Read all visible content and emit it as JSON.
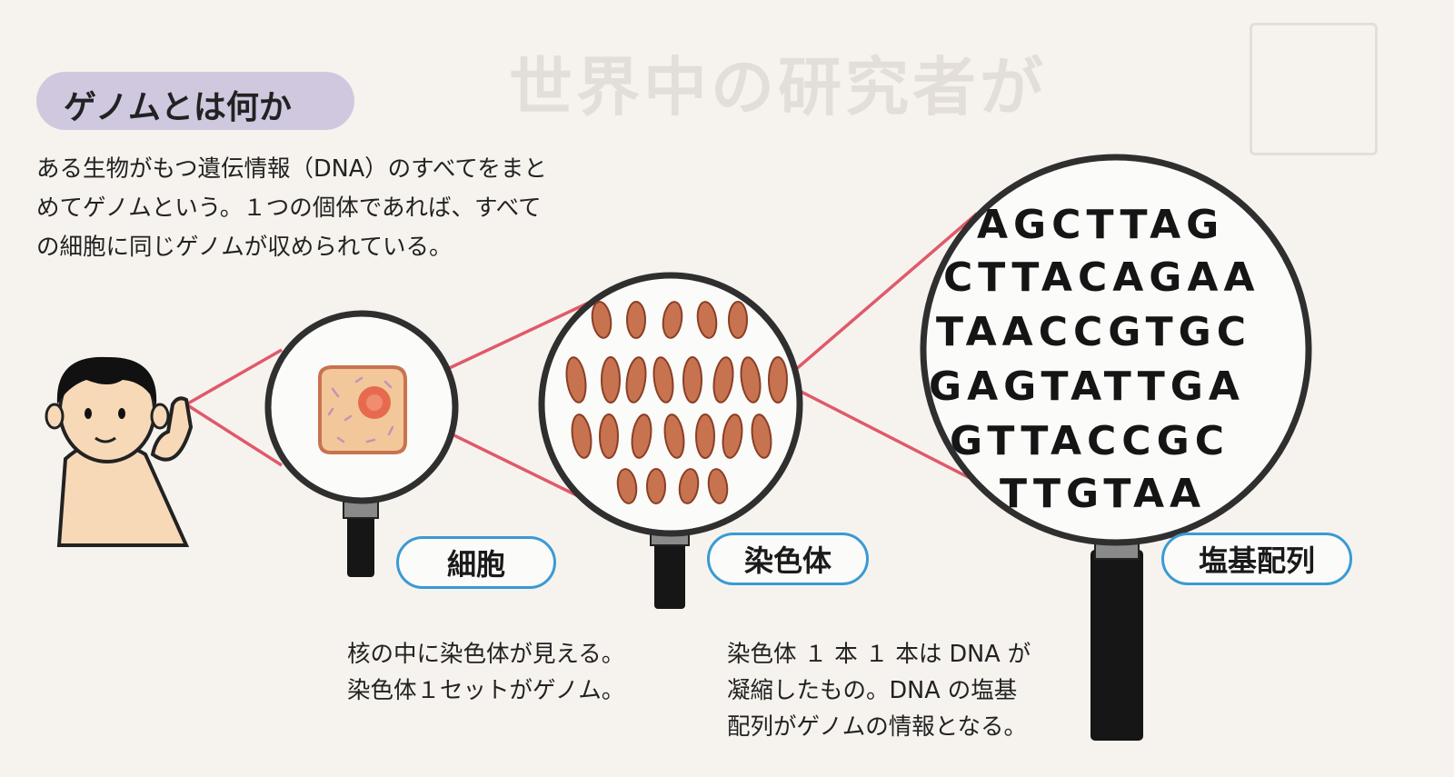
{
  "header": {
    "title": "ゲノムとは何か"
  },
  "intro": {
    "lines": [
      "ある生物がもつ遺伝情報（DNA）のすべてをまと",
      "めてゲノムという。１つの個体であれば、すべて",
      "の細胞に同じゲノムが収められている。"
    ]
  },
  "background": {
    "bleed_through_heading": "世界中の研究者が"
  },
  "stages": [
    {
      "label": "細胞"
    },
    {
      "label": "染色体"
    },
    {
      "label": "塩基配列"
    }
  ],
  "sequence": {
    "lines": [
      "AGCTTAG",
      "CTTACAGAA",
      "TAACCGTGC",
      "GAGTATTGA",
      "GTTACCGC",
      "TTGTAA"
    ]
  },
  "captions": {
    "cell": [
      "核の中に染色体が見える。",
      "染色体１セットがゲノム。"
    ],
    "chromosome": [
      "染色体 １ 本 １ 本は DNA が",
      "凝縮したもの。DNA の塩基",
      "配列がゲノムの情報となる。"
    ]
  },
  "colors": {
    "connector_line": "#e0596a",
    "label_border": "#3a9ad4",
    "cell_fill": "#f2c89b",
    "nucleus": "#e86a4e",
    "chromosome": "#c8734f",
    "magnifier_handle": "#161616"
  },
  "icons": [
    "person-figure",
    "magnifying-glass",
    "cell-icon",
    "chromosome-icon"
  ]
}
